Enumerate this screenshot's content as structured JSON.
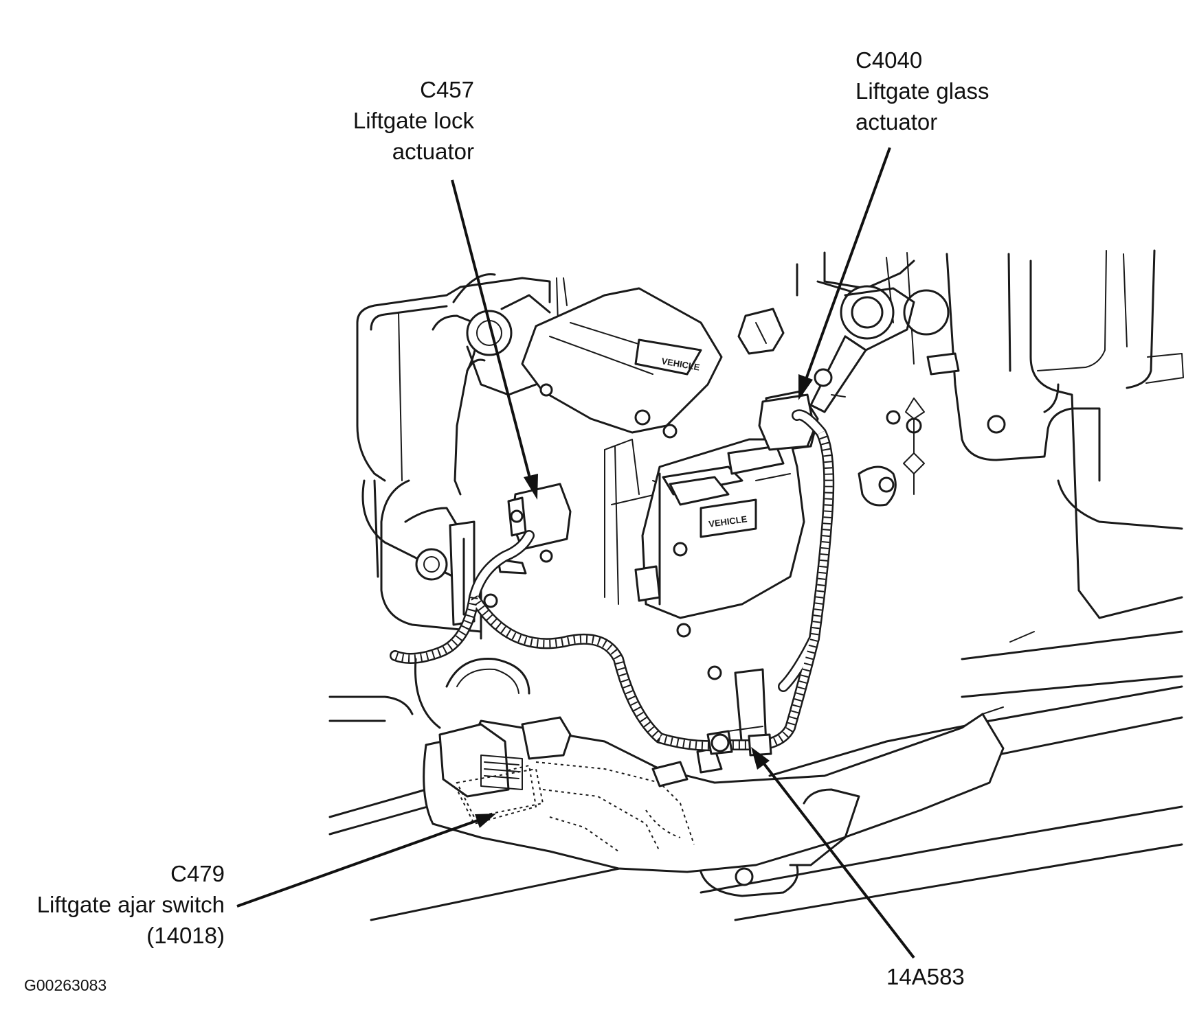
{
  "labels": {
    "lock_actuator": {
      "code": "C457",
      "line1": "Liftgate lock",
      "line2": "actuator"
    },
    "glass_actuator": {
      "code": "C4040",
      "line1": "Liftgate glass",
      "line2": "actuator"
    },
    "ajar_switch": {
      "code": "C479",
      "line1": "Liftgate ajar switch",
      "line2": "(14018)"
    },
    "harness": {
      "code": "14A583"
    }
  },
  "figure_id": "G00263083",
  "icons": {
    "lock_actuator": "lock-actuator-drawing",
    "glass_actuator": "glass-actuator-drawing",
    "ajar_switch": "ajar-switch-drawing",
    "harness": "wiring-harness-drawing"
  }
}
